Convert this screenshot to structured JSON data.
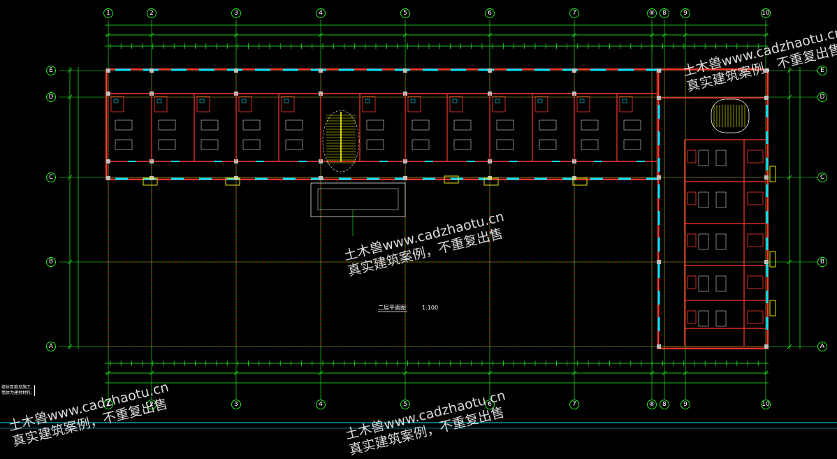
{
  "drawing": {
    "title": "二层平面图",
    "scale": "1:100",
    "colors": {
      "background": "#000000",
      "wall": "#ff3a2a",
      "grid": "#20ff20",
      "axis_line": "#ff2020",
      "window": "#00e5ff",
      "column": "#bfbfbf",
      "text": "#ffffff",
      "accent_yellow": "#ffff00"
    },
    "axes_top": [
      "1",
      "2",
      "3",
      "4",
      "5",
      "6",
      "7",
      "⑧",
      "8",
      "9",
      "10"
    ],
    "axes_bottom": [
      "1",
      "2",
      "3",
      "4",
      "5",
      "6",
      "7",
      "⑧",
      "8",
      "9",
      "10"
    ],
    "axes_side": [
      "E",
      "D",
      "C",
      "B",
      "A"
    ],
    "watermark_lines": [
      "土木兽www.cadzhaotu.cn",
      "真实建筑案例，不重复出售"
    ],
    "note_lines": [
      "墙体厚度见施工,",
      "墙体为建材材料,"
    ]
  }
}
